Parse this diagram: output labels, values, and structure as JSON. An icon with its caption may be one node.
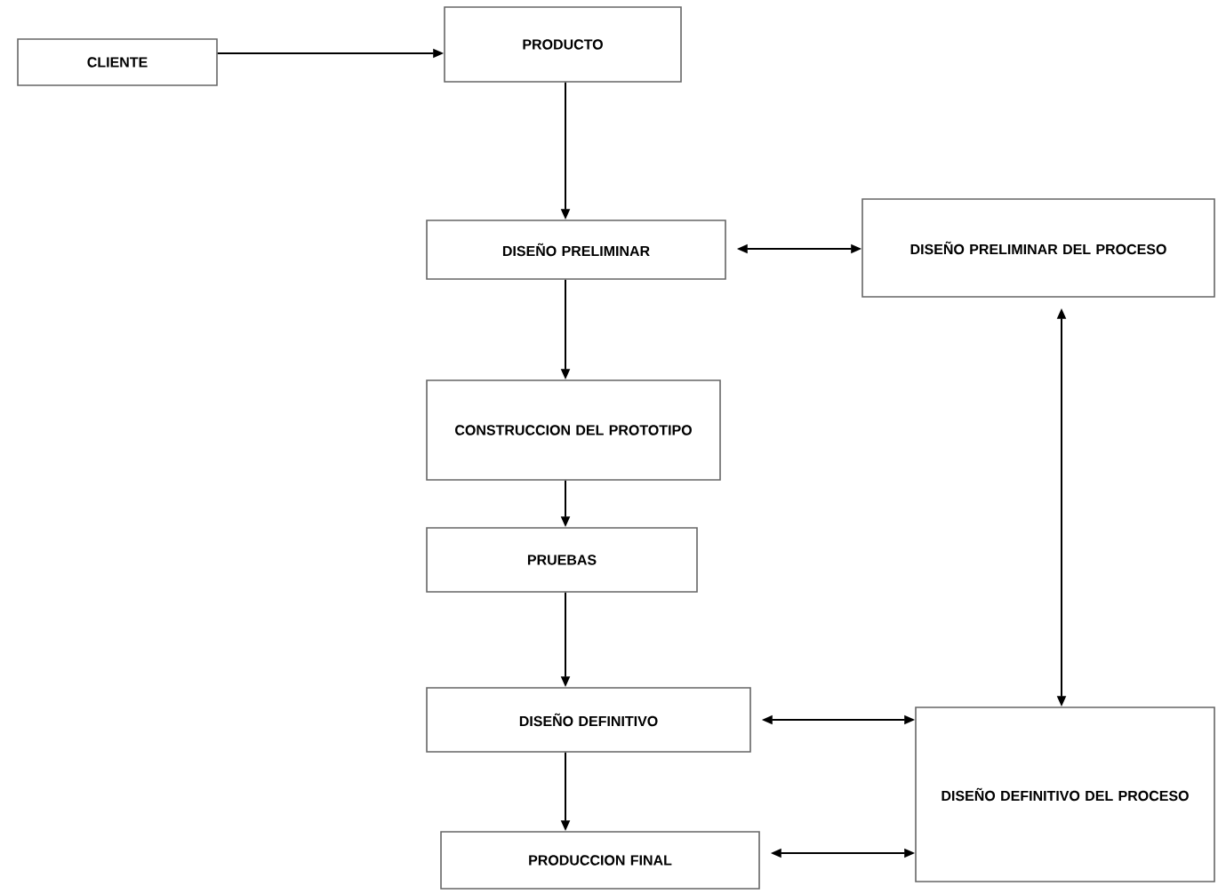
{
  "diagram": {
    "nodes": [
      {
        "text": [
          "CLIENTE"
        ]
      },
      {
        "text": [
          "PRODUCTO"
        ]
      },
      {
        "text": [
          "DISEÑO PRELIMINAR"
        ]
      },
      {
        "text": [
          "DISEÑO PRELIMINAR DEL PROCESO"
        ]
      },
      {
        "text": [
          "CONSTRUCCION DEL PROTOTIPO"
        ]
      },
      {
        "text": [
          "PRUEBAS"
        ]
      },
      {
        "text": [
          "DISEÑO DEFINITIVO"
        ]
      },
      {
        "text": [
          "DISEÑO DEFINITIVO DEL PROCESO"
        ]
      },
      {
        "text": [
          "PRODUCCION FINAL"
        ]
      }
    ],
    "edges": [
      {
        "from": 0,
        "to": 1,
        "arrow": "to"
      },
      {
        "from": 1,
        "to": 2,
        "arrow": "to"
      },
      {
        "from": 2,
        "to": 3,
        "arrow": "both"
      },
      {
        "from": 2,
        "to": 4,
        "arrow": "to"
      },
      {
        "from": 4,
        "to": 5,
        "arrow": "to"
      },
      {
        "from": 5,
        "to": 6,
        "arrow": "to"
      },
      {
        "from": 3,
        "to": 7,
        "arrow": "both"
      },
      {
        "from": 6,
        "to": 7,
        "arrow": "both"
      },
      {
        "from": 6,
        "to": 8,
        "arrow": "to"
      },
      {
        "from": 8,
        "to": 7,
        "arrow": "both"
      }
    ]
  }
}
